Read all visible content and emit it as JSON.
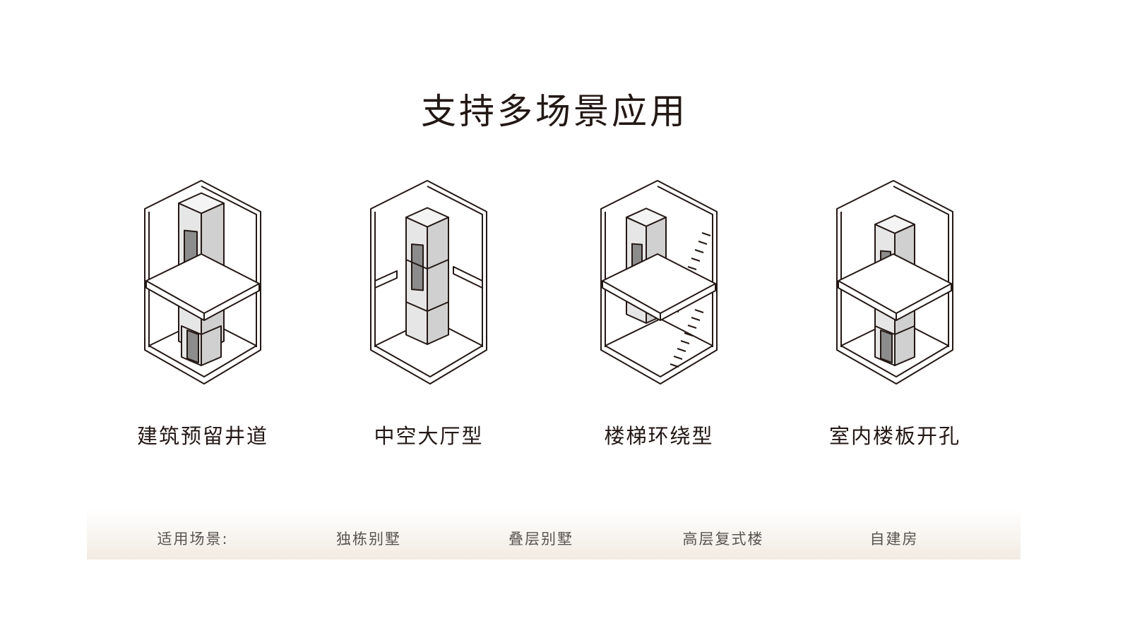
{
  "title": "支持多场景应用",
  "scenarios": [
    {
      "label": "建筑预留井道",
      "variant": "reserved-shaft"
    },
    {
      "label": "中空大厅型",
      "variant": "atrium"
    },
    {
      "label": "楼梯环绕型",
      "variant": "stair-surround"
    },
    {
      "label": "室内楼板开孔",
      "variant": "floor-opening"
    }
  ],
  "applicable": {
    "label": "适用场景:",
    "items": [
      "独栋别墅",
      "叠层别墅",
      "高层复式楼",
      "自建房"
    ]
  },
  "colors": {
    "text": "#231815",
    "face_light": "#e6e6e6",
    "face_mid": "#d0d0d0",
    "door": "#8c8c8c",
    "bar_end": "#f2ebe2"
  }
}
